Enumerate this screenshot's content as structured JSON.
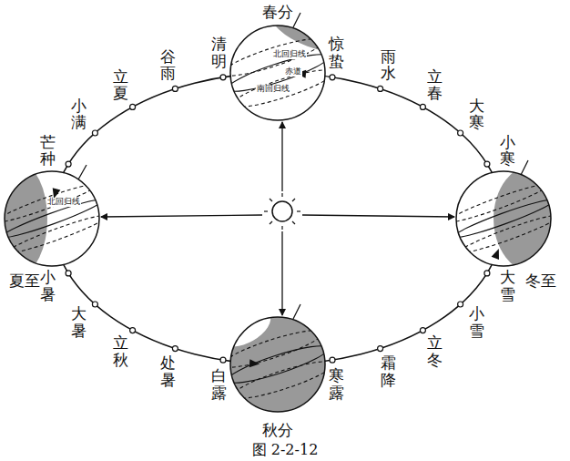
{
  "diagram": {
    "caption": "图 2-2-12",
    "labels": [
      "春分",
      "惊蛰",
      "雨水",
      "立春",
      "大寒",
      "小寒",
      "清明",
      "谷雨",
      "立夏",
      "小满",
      "芒种",
      "北回归线",
      "赤道",
      "南回归线",
      "北回归线",
      "夏至",
      "小暑",
      "大暑",
      "立秋",
      "处暑",
      "白露",
      "冬至",
      "大雪",
      "小雪",
      "立冬",
      "霜降",
      "寒露",
      "秋分"
    ]
  }
}
